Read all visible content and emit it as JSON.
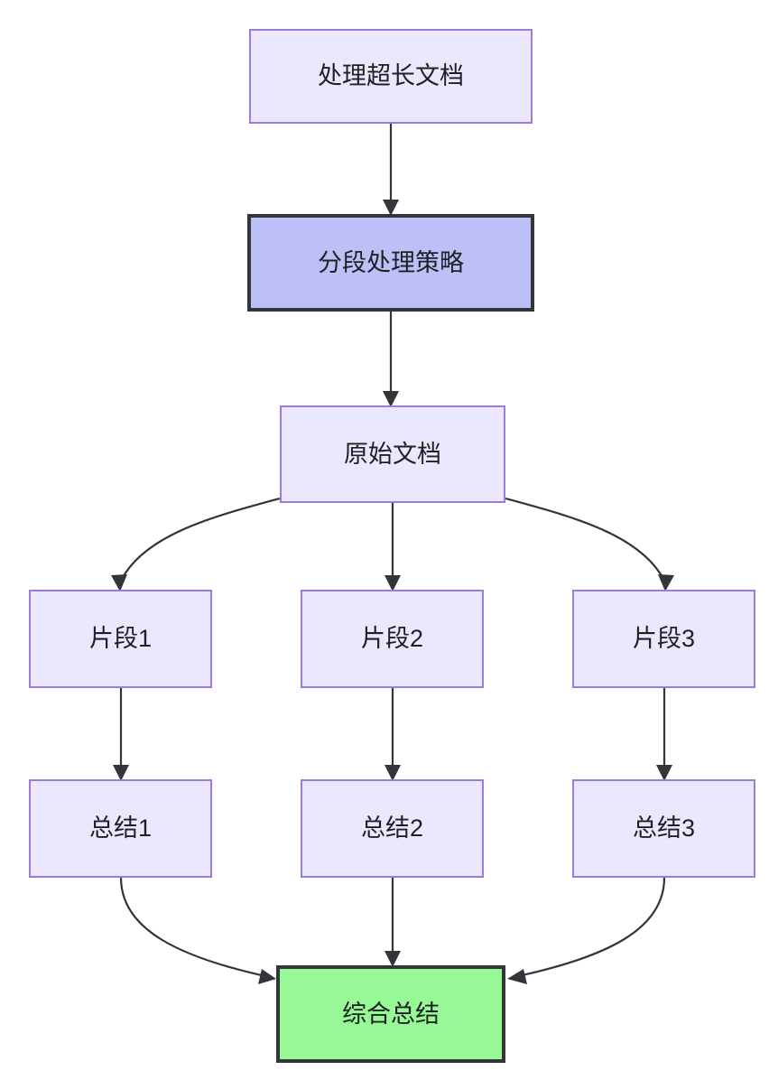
{
  "diagram": {
    "type": "flowchart",
    "direction": "top-to-bottom",
    "background_color": "#ffffff",
    "colors": {
      "plain_fill": "#ebe8fd",
      "plain_border": "#9d7ae0",
      "accent_fill": "#bdc0f7",
      "accent_border": "#33353b",
      "success_fill": "#96f996",
      "success_border": "#33353b",
      "edge_stroke": "#33353b",
      "text": "#1f2024"
    },
    "nodes": [
      {
        "id": "long_doc",
        "label": "处理超长文档",
        "style": "plain"
      },
      {
        "id": "strategy",
        "label": "分段处理策略",
        "style": "accent"
      },
      {
        "id": "source_doc",
        "label": "原始文档",
        "style": "plain"
      },
      {
        "id": "fragment_1",
        "label": "片段1",
        "style": "plain"
      },
      {
        "id": "fragment_2",
        "label": "片段2",
        "style": "plain"
      },
      {
        "id": "fragment_3",
        "label": "片段3",
        "style": "plain"
      },
      {
        "id": "summary_1",
        "label": "总结1",
        "style": "plain"
      },
      {
        "id": "summary_2",
        "label": "总结2",
        "style": "plain"
      },
      {
        "id": "summary_3",
        "label": "总结3",
        "style": "plain"
      },
      {
        "id": "final_summary",
        "label": "综合总结",
        "style": "success"
      }
    ],
    "edges": [
      {
        "from": "long_doc",
        "to": "strategy",
        "shape": "straight"
      },
      {
        "from": "strategy",
        "to": "source_doc",
        "shape": "straight"
      },
      {
        "from": "source_doc",
        "to": "fragment_1",
        "shape": "curved"
      },
      {
        "from": "source_doc",
        "to": "fragment_2",
        "shape": "straight"
      },
      {
        "from": "source_doc",
        "to": "fragment_3",
        "shape": "curved"
      },
      {
        "from": "fragment_1",
        "to": "summary_1",
        "shape": "straight"
      },
      {
        "from": "fragment_2",
        "to": "summary_2",
        "shape": "straight"
      },
      {
        "from": "fragment_3",
        "to": "summary_3",
        "shape": "straight"
      },
      {
        "from": "summary_1",
        "to": "final_summary",
        "shape": "curved"
      },
      {
        "from": "summary_2",
        "to": "final_summary",
        "shape": "straight"
      },
      {
        "from": "summary_3",
        "to": "final_summary",
        "shape": "curved"
      }
    ]
  }
}
